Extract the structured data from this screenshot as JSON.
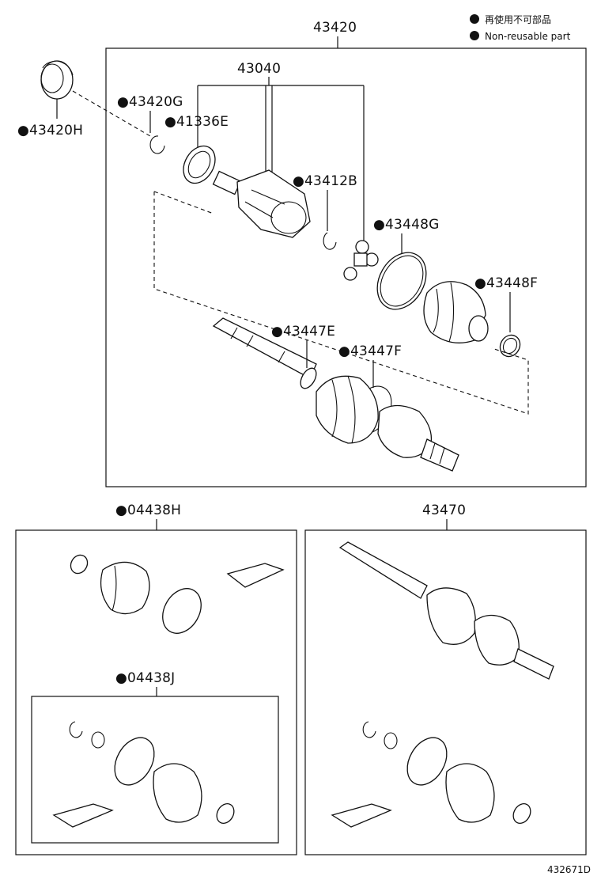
{
  "legend": {
    "line1": "再使用不可部品",
    "line2": "Non-reusable part"
  },
  "labels": {
    "assy_43420": "43420",
    "p_43040": "43040",
    "p_43420H": "●43420H",
    "p_43420G": "●43420G",
    "p_41336E": "●41336E",
    "p_43412B": "●43412B",
    "p_43448G": "●43448G",
    "p_43448F": "●43448F",
    "p_43447E": "●43447E",
    "p_43447F": "●43447F",
    "p_04438H": "●04438H",
    "p_04438J": "●04438J",
    "p_43470": "43470"
  },
  "diagram_id": "432671D",
  "colors": {
    "line": "#111111",
    "background": "#ffffff"
  }
}
